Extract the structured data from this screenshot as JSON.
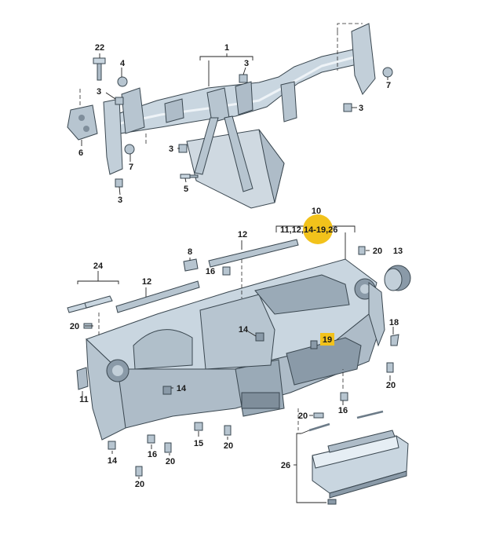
{
  "colors": {
    "part_fill": "#c9d6e0",
    "part_dark": "#8a9aa8",
    "part_light": "#e6eef4",
    "highlight": "#f2c21b",
    "line": "#222222"
  },
  "callouts": {
    "c1": "1",
    "c3a": "3",
    "c3b": "3",
    "c3c": "3",
    "c3d": "3",
    "c3e": "3",
    "c4": "4",
    "c5": "5",
    "c6": "6",
    "c7a": "7",
    "c7b": "7",
    "c22": "22",
    "c10": "10",
    "c10_sub_a": "11,12,",
    "c10_sub_b": "14-19",
    "c10_sub_c": ",26",
    "c12a": "12",
    "c12b": "12",
    "c8": "8",
    "c16a": "16",
    "c24": "24",
    "c20a": "20",
    "c13": "13",
    "c20b": "20",
    "c18": "18",
    "c14a": "14",
    "c19": "19",
    "c11": "11",
    "c14b": "14",
    "c20c": "20",
    "c20d": "20",
    "c16b": "16",
    "c14c": "14",
    "c16c": "16",
    "c15": "15",
    "c20e": "20",
    "c20f": "20",
    "c20g": "20",
    "c26": "26"
  }
}
